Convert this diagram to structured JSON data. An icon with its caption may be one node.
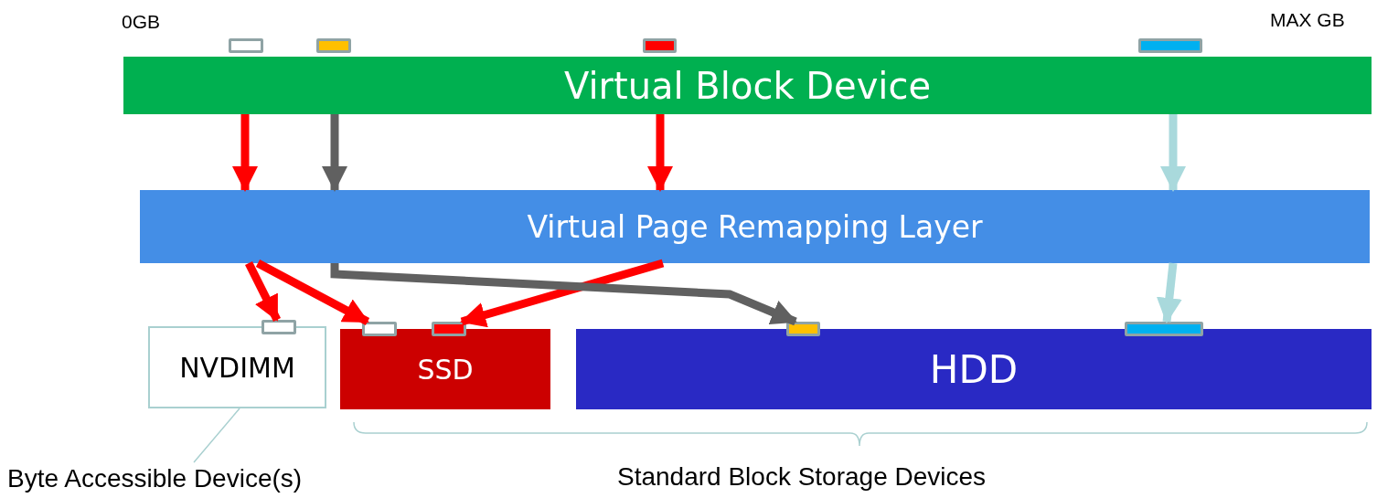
{
  "diagram": {
    "nodes": [
      {
        "text": [
          "Virtual Block Device"
        ]
      },
      {
        "text": [
          "Virtual Page Remapping Layer"
        ]
      },
      {
        "text": [
          "NVDIMM"
        ]
      },
      {
        "text": [
          "SSD"
        ]
      },
      {
        "text": [
          "HDD"
        ]
      },
      {
        "text": [],
        "shape": "bar"
      },
      {
        "text": [],
        "shape": "bar"
      },
      {
        "text": [],
        "shape": "bar"
      },
      {
        "text": [],
        "shape": "bar"
      },
      {
        "text": [],
        "shape": "bar"
      },
      {
        "text": [],
        "shape": "bar"
      },
      {
        "text": [],
        "shape": "bar"
      },
      {
        "text": [],
        "shape": "bar"
      },
      {
        "text": [],
        "shape": "bar"
      },
      {
        "text": [
          "Byte Accessible Device(s)"
        ]
      }
    ],
    "edges": [
      {
        "from": 0,
        "to": 1,
        "arrow": "to"
      },
      {
        "from": 0,
        "to": 1,
        "arrow": "to",
        "color": "#606060"
      },
      {
        "from": 0,
        "to": 1,
        "arrow": "to"
      },
      {
        "from": 0,
        "to": 1,
        "arrow": "to",
        "color": "#a9d9dc"
      },
      {
        "from": 1,
        "to": 9,
        "arrow": "to"
      },
      {
        "from": 1,
        "to": 10,
        "arrow": "to"
      },
      {
        "from": 1,
        "to": 11,
        "arrow": "to"
      },
      {
        "from": 1,
        "to": 12,
        "arrow": "to",
        "color": "#606060"
      },
      {
        "from": 1,
        "to": 13,
        "arrow": "to",
        "color": "#a9d9dc"
      },
      {
        "from": 14,
        "to": 2,
        "arrow": "none",
        "color": "#a9d0d0"
      }
    ],
    "labels": [
      "0GB",
      "MAX GB",
      "Standard Block Storage Devices"
    ]
  }
}
